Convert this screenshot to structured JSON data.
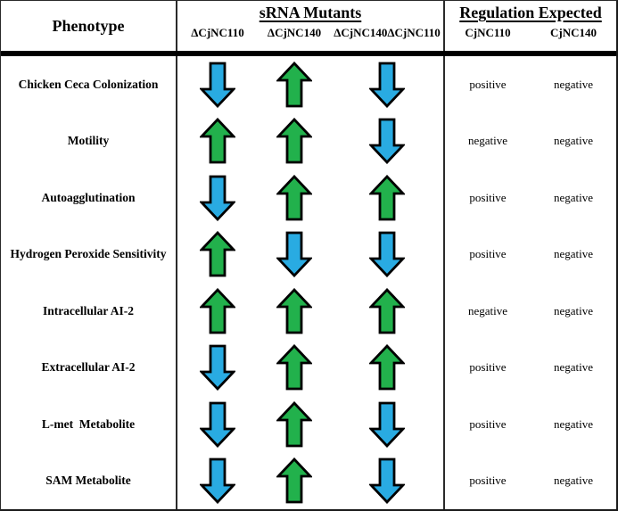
{
  "colors": {
    "up_arrow": "#22B14C",
    "down_arrow": "#29ABE2",
    "line": "#000000"
  },
  "header": {
    "phenotype_label": "Phenotype",
    "srna_group_title": "sRNA Mutants",
    "srna_columns": [
      "ΔCjNC110",
      "ΔCjNC140",
      "ΔCjNC140ΔCjNC110"
    ],
    "regulation_group_title": "Regulation Expected",
    "regulation_columns": [
      "CjNC110",
      "CjNC140"
    ]
  },
  "rows": [
    {
      "phenotype": "Chicken Ceca Colonization",
      "mutant_effects": [
        "down",
        "up",
        "down"
      ],
      "regulation_expected": [
        "positive",
        "negative"
      ]
    },
    {
      "phenotype": "Motility",
      "mutant_effects": [
        "up",
        "up",
        "down"
      ],
      "regulation_expected": [
        "negative",
        "negative"
      ]
    },
    {
      "phenotype": "Autoagglutination",
      "mutant_effects": [
        "down",
        "up",
        "up"
      ],
      "regulation_expected": [
        "positive",
        "negative"
      ]
    },
    {
      "phenotype": "Hydrogen Peroxide Sensitivity",
      "mutant_effects": [
        "up",
        "down",
        "down"
      ],
      "regulation_expected": [
        "positive",
        "negative"
      ]
    },
    {
      "phenotype": "Intracellular AI-2",
      "mutant_effects": [
        "up",
        "up",
        "up"
      ],
      "regulation_expected": [
        "negative",
        "negative"
      ]
    },
    {
      "phenotype": "Extracellular AI-2",
      "mutant_effects": [
        "down",
        "up",
        "up"
      ],
      "regulation_expected": [
        "positive",
        "negative"
      ]
    },
    {
      "phenotype": "L-met  Metabolite",
      "mutant_effects": [
        "down",
        "up",
        "down"
      ],
      "regulation_expected": [
        "positive",
        "negative"
      ]
    },
    {
      "phenotype": "SAM Metabolite",
      "mutant_effects": [
        "down",
        "up",
        "down"
      ],
      "regulation_expected": [
        "positive",
        "negative"
      ]
    }
  ]
}
